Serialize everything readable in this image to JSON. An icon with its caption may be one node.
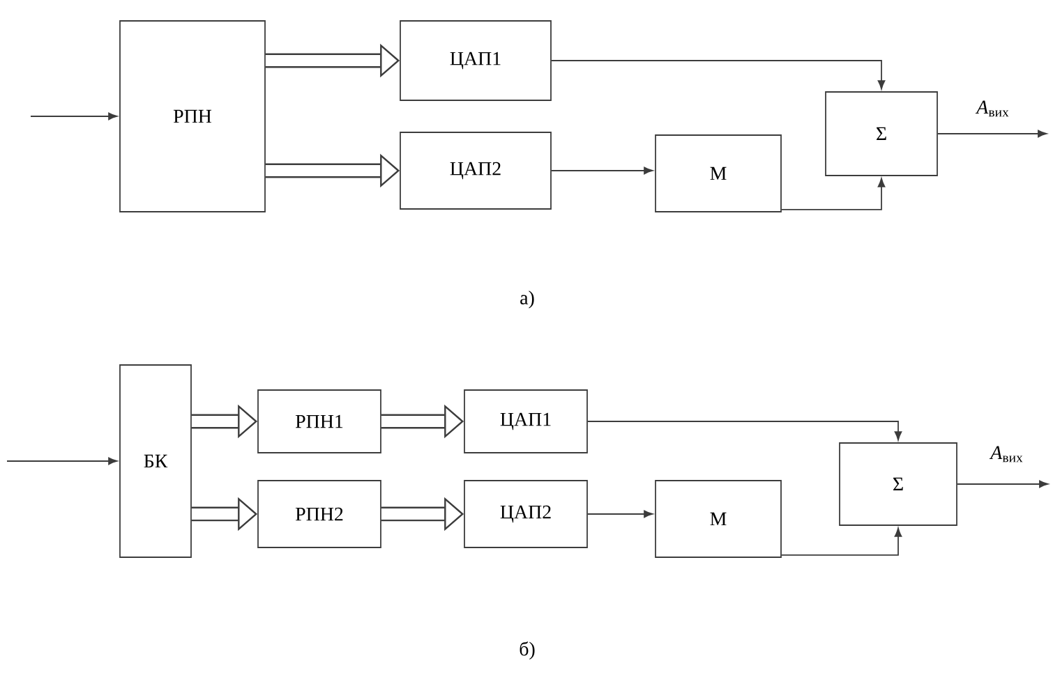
{
  "diagram": {
    "nodes": [
      {
        "text": [
          "РПН"
        ]
      },
      {
        "text": [
          "ЦАП1"
        ]
      },
      {
        "text": [
          "ЦАП2"
        ]
      },
      {
        "text": [
          "М"
        ]
      },
      {
        "text": [
          "Σ"
        ]
      },
      {
        "text": [
          "БК"
        ]
      },
      {
        "text": [
          "РПН1"
        ]
      },
      {
        "text": [
          "ЦАП1"
        ]
      },
      {
        "text": [
          "РПН2"
        ]
      },
      {
        "text": [
          "ЦАП2"
        ]
      },
      {
        "text": [
          "М"
        ]
      },
      {
        "text": [
          "Σ"
        ]
      }
    ],
    "edges": [
      {
        "from": null,
        "to": 0,
        "arrow": "to"
      },
      {
        "from": 0,
        "to": 1,
        "arrow": "to",
        "style": "thick"
      },
      {
        "from": 0,
        "to": 2,
        "arrow": "to",
        "style": "thick"
      },
      {
        "from": 1,
        "to": 4,
        "arrow": "to"
      },
      {
        "from": 2,
        "to": 3,
        "arrow": "to"
      },
      {
        "from": 3,
        "to": 4,
        "arrow": "to"
      },
      {
        "from": 4,
        "to": null,
        "arrow": "to",
        "label": "*A*$_{вих}$"
      },
      {
        "from": null,
        "to": 5,
        "arrow": "to"
      },
      {
        "from": 5,
        "to": 6,
        "arrow": "to",
        "style": "thick"
      },
      {
        "from": 5,
        "to": 8,
        "arrow": "to",
        "style": "thick"
      },
      {
        "from": 6,
        "to": 7,
        "arrow": "to",
        "style": "thick"
      },
      {
        "from": 8,
        "to": 9,
        "arrow": "to",
        "style": "thick"
      },
      {
        "from": 7,
        "to": 11,
        "arrow": "to"
      },
      {
        "from": 9,
        "to": 10,
        "arrow": "to"
      },
      {
        "from": 10,
        "to": 11,
        "arrow": "to"
      },
      {
        "from": 11,
        "to": null,
        "arrow": "to",
        "label": "*A*$_{вих}$"
      }
    ],
    "labels": [
      "а)",
      "б)"
    ]
  }
}
